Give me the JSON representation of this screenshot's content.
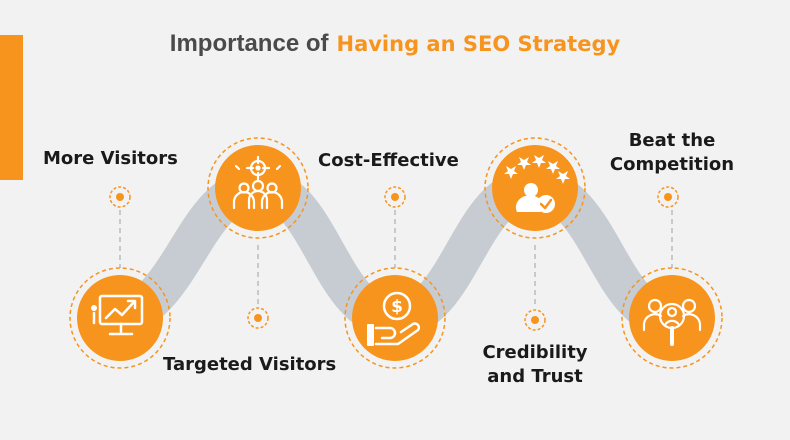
{
  "title": {
    "part1": "Importance of",
    "part2": "Having an SEO Strategy"
  },
  "colors": {
    "accent": "#f7941d",
    "path": "#c7ccd3",
    "text": "#1a1a1a",
    "title_gray": "#4a4a4a",
    "background": "#f2f2f2"
  },
  "steps": [
    {
      "label": "More Visitors",
      "icon": "monitor-growth-chart-icon"
    },
    {
      "label": "Targeted Visitors",
      "icon": "target-audience-icon"
    },
    {
      "label": "Cost-Effective",
      "icon": "hand-coin-dollar-icon"
    },
    {
      "label": "Credibility and Trust",
      "line1": "Credibility",
      "line2": "and Trust",
      "icon": "star-rating-user-check-icon"
    },
    {
      "label": "Beat the Competition",
      "line1": "Beat the",
      "line2": "Competition",
      "icon": "magnifier-team-icon"
    }
  ]
}
